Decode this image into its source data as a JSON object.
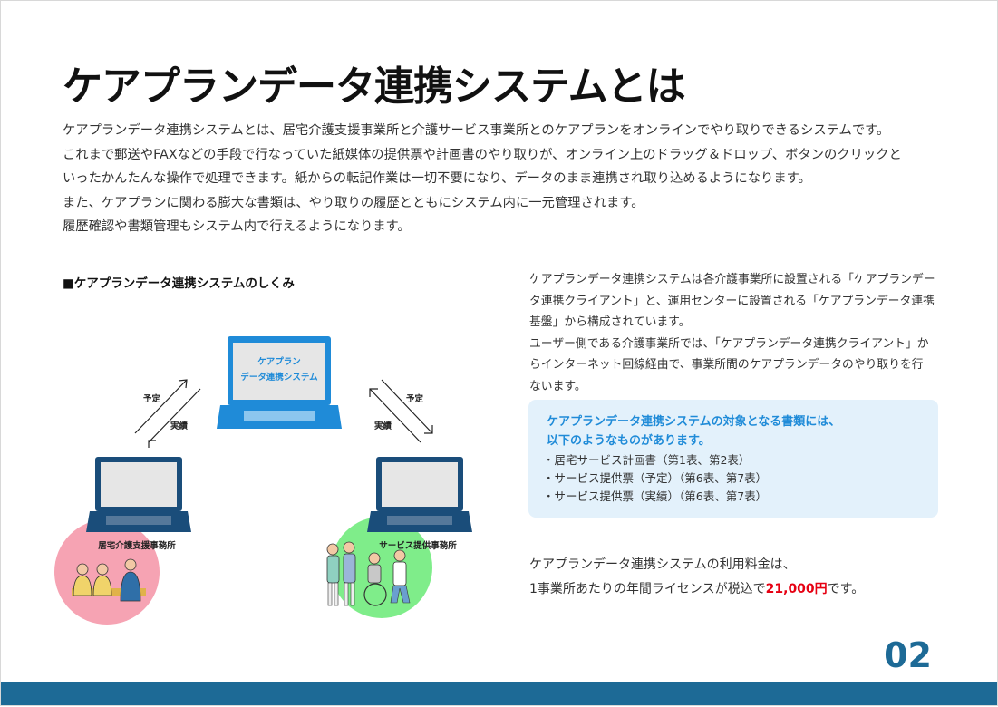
{
  "title": "ケアプランデータ連携システムとは",
  "intro": [
    "ケアプランデータ連携システムとは、居宅介護支援事業所と介護サービス事業所とのケアプランをオンラインでやり取りできるシステムです。",
    "これまで郵送やFAXなどの手段で行なっていた紙媒体の提供票や計画書のやり取りが、オンライン上のドラッグ＆ドロップ、ボタンのクリックと",
    "いったかんたんな操作で処理できます。紙からの転記作業は一切不要になり、データのまま連携され取り込めるようになります。",
    "また、ケアプランに関わる膨大な書類は、やり取りの履歴とともにシステム内に一元管理されます。",
    "履歴確認や書類管理もシステム内で行えるようになります。"
  ],
  "diagram": {
    "heading": "■ケアプランデータ連携システムのしくみ",
    "center_screen": [
      "ケアプラン",
      "データ連携システム"
    ],
    "left_arrow": {
      "top": "予定",
      "bottom": "実績"
    },
    "right_arrow": {
      "top": "予定",
      "bottom": "実績"
    },
    "left_office": "居宅介護支援事務所",
    "right_office": "サービス提供事務所"
  },
  "description": [
    "ケアプランデータ連携システムは各介護事業所に設置される「ケアプランデー",
    "タ連携クライアント」と、運用センターに設置される「ケアプランデータ連携",
    "基盤」から構成されています。",
    "ユーザー側である介護事業所では、「ケアプランデータ連携クライアント」か",
    "らインターネット回線経由で、事業所間のケアプランデータのやり取りを行",
    "ないます。"
  ],
  "documents_box": {
    "heading": [
      "ケアプランデータ連携システムの対象となる書類には、",
      "以下のようなものがあります。"
    ],
    "items": [
      "・居宅サービス計画書（第1表、第2表）",
      "・サービス提供票（予定）（第6表、第7表）",
      "・サービス提供票（実績）（第6表、第7表）"
    ]
  },
  "fee": {
    "line1": "ケアプランデータ連携システムの利用料金は、",
    "line2_before": "1事業所あたりの年間ライセンスが税込で",
    "amount": "21,000円",
    "line2_after": "です。"
  },
  "page_number": "02",
  "colors": {
    "brand_blue": "#1d6a96",
    "laptop_blue": "#1f8bd8",
    "laptop_navy": "#1a4d7a",
    "accent_red": "#e60012",
    "box_bg": "#e3f1fb",
    "pink_circle": "#f6a3b3",
    "green_circle": "#7fed8a"
  }
}
